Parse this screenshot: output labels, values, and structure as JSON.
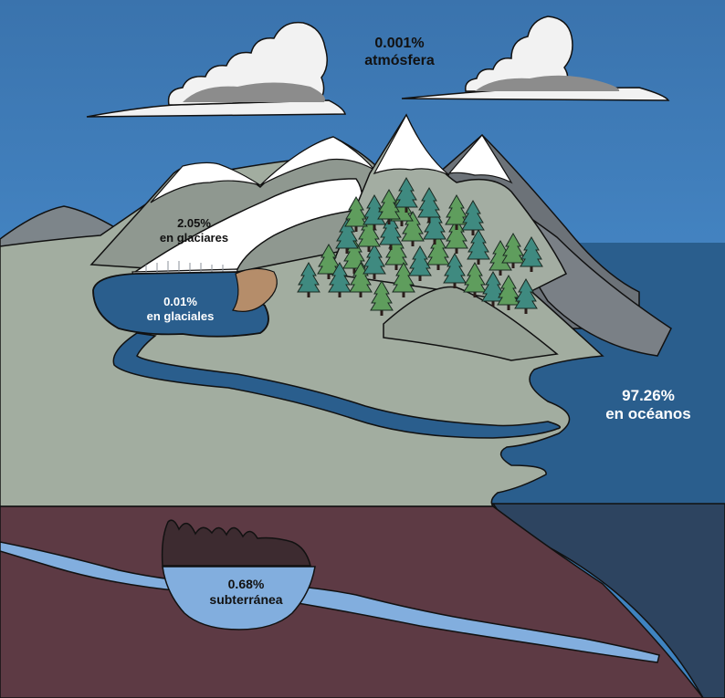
{
  "labels": {
    "atmosphere": {
      "percent": "0.001%",
      "name": "atmósfera"
    },
    "glaciers": {
      "percent": "2.05%",
      "name": "en glaciares"
    },
    "lakes": {
      "percent": "0.01%",
      "name": "en glaciales"
    },
    "oceans": {
      "percent": "97.26%",
      "name": "en océanos"
    },
    "groundwater": {
      "percent": "0.68%",
      "name": "subterránea"
    }
  },
  "colors": {
    "sky": "#3f83c0",
    "ocean": "#2a5e8d",
    "deep_ocean": "#2d4460",
    "lake": "#2a5e8d",
    "land": "#a2ada0",
    "mountain": "#8f9890",
    "snow": "#ffffff",
    "soil": "#5d3a44",
    "cave": "#3d2b30",
    "groundwater": "#82aede",
    "tree_green": "#5f9d5d",
    "tree_teal": "#3f8a80",
    "cloud": "#f2f2f2",
    "cloud_shadow": "#8c8c8c"
  },
  "icons": [
    "cloud-icon",
    "tree-icon",
    "cliff-icon"
  ]
}
